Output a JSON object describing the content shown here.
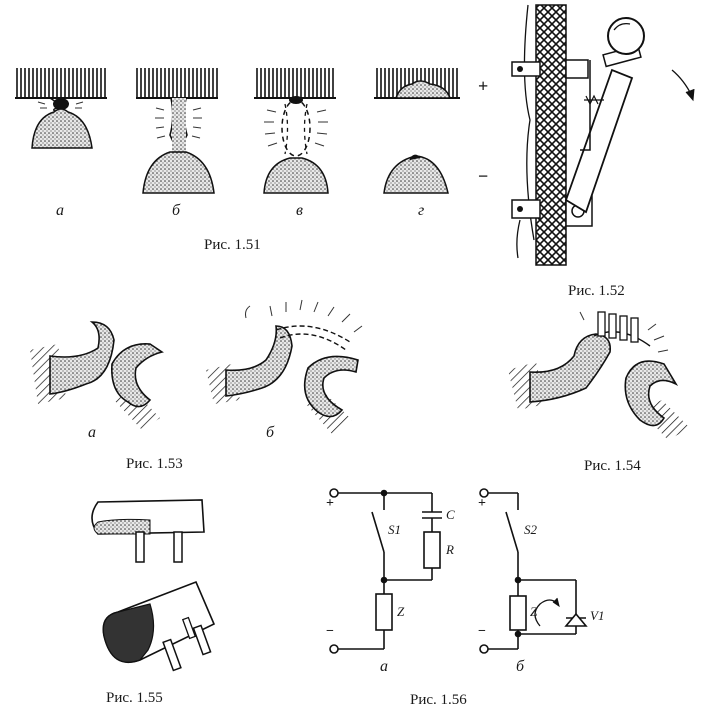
{
  "captions": {
    "fig151": "Рис. 1.51",
    "fig152": "Рис. 1.52",
    "fig153": "Рис. 1.53",
    "fig154": "Рис. 1.54",
    "fig155": "Рис. 1.55",
    "fig156": "Рис. 1.56"
  },
  "fig151_labels": [
    "а",
    "б",
    "в",
    "г"
  ],
  "fig151_polarity": {
    "plus": "+",
    "minus": "−"
  },
  "fig153_labels": [
    "а",
    "б"
  ],
  "fig156": {
    "a": {
      "plus": "+",
      "minus": "−",
      "switch": "S1",
      "capacitor": "C",
      "resistor": "R",
      "load": "Z",
      "label": "а"
    },
    "b": {
      "plus": "+",
      "minus": "−",
      "switch": "S2",
      "load": "Z",
      "diode": "V1",
      "label": "б"
    }
  }
}
